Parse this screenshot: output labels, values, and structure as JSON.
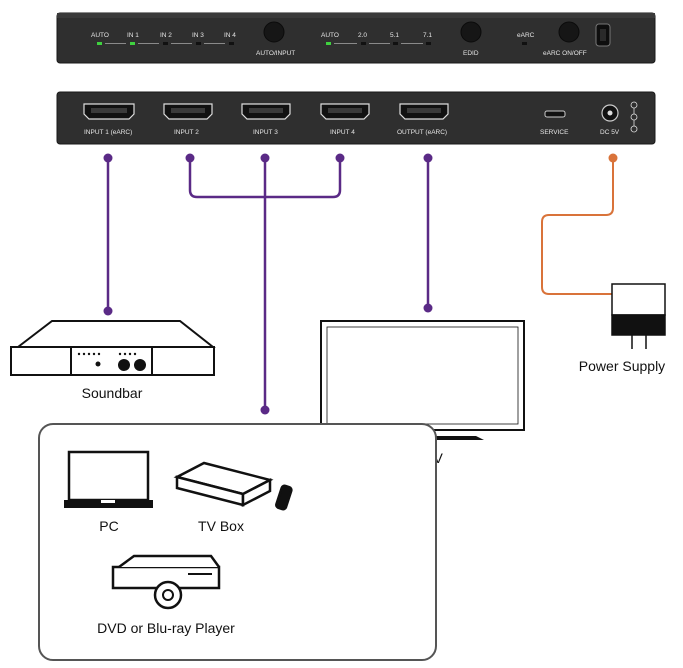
{
  "front_panel": {
    "input_indicators": {
      "auto": "AUTO",
      "in1": "IN 1",
      "in2": "IN 2",
      "in3": "IN 3",
      "in4": "IN 4"
    },
    "auto_input_button": "AUTO/INPUT",
    "audio_indicators": {
      "auto": "AUTO",
      "ch20": "2.0",
      "ch51": "5.1",
      "ch71": "7.1"
    },
    "edid_button": "EDID",
    "earc_indicator": "eARC",
    "earc_button": "eARC ON/OFF"
  },
  "rear_panel": {
    "input1": "INPUT 1 (eARC)",
    "input2": "INPUT 2",
    "input3": "INPUT 3",
    "input4": "INPUT  4",
    "output": "OUTPUT (eARC)",
    "service": "SERVICE",
    "dc": "DC 5V"
  },
  "devices": {
    "soundbar": "Soundbar",
    "hdtv": "HD TV",
    "power_supply": "Power Supply",
    "pc": "PC",
    "tvbox": "TV Box",
    "dvd": "DVD or Blu-ray Player"
  },
  "colors": {
    "panel": "#2f2f2f",
    "hdmi_cable": "#5a2a86",
    "power_cable": "#d9733a",
    "led_green": "#3fd13f"
  }
}
